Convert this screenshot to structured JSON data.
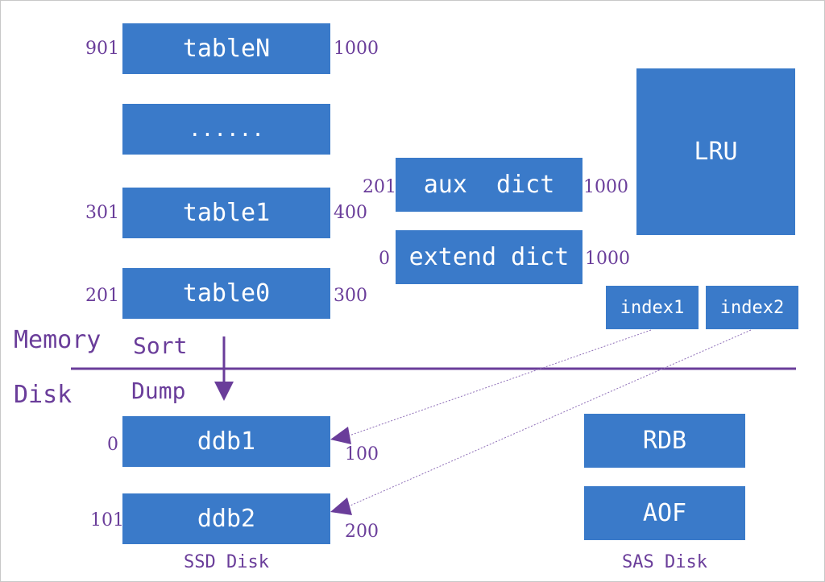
{
  "memory": {
    "tables": [
      {
        "label": "tableN",
        "start": "901",
        "end": "1000"
      },
      {
        "label": "......",
        "start": "",
        "end": ""
      },
      {
        "label": "table1",
        "start": "301",
        "end": "400"
      },
      {
        "label": "table0",
        "start": "201",
        "end": "300"
      }
    ],
    "dicts": [
      {
        "label": "aux  dict",
        "start": "201",
        "end": "1000"
      },
      {
        "label": "extend dict",
        "start": "0",
        "end": "1000"
      }
    ],
    "lru": {
      "label": "LRU"
    },
    "indexes": [
      {
        "label": "index1"
      },
      {
        "label": "index2"
      }
    ]
  },
  "divider": {
    "memory_label": "Memory",
    "disk_label": "Disk",
    "sort_label": "Sort",
    "dump_label": "Dump"
  },
  "disk": {
    "ssd": [
      {
        "label": "ddb1",
        "start": "0",
        "end": "100"
      },
      {
        "label": "ddb2",
        "start": "101",
        "end": "200"
      }
    ],
    "ssd_caption": "SSD Disk",
    "sas": [
      {
        "label": "RDB"
      },
      {
        "label": "AOF"
      }
    ],
    "sas_caption": "SAS Disk"
  },
  "colors": {
    "box": "#3a7ac9",
    "accent": "#6a3d9a",
    "box_text": "#ffffff"
  }
}
